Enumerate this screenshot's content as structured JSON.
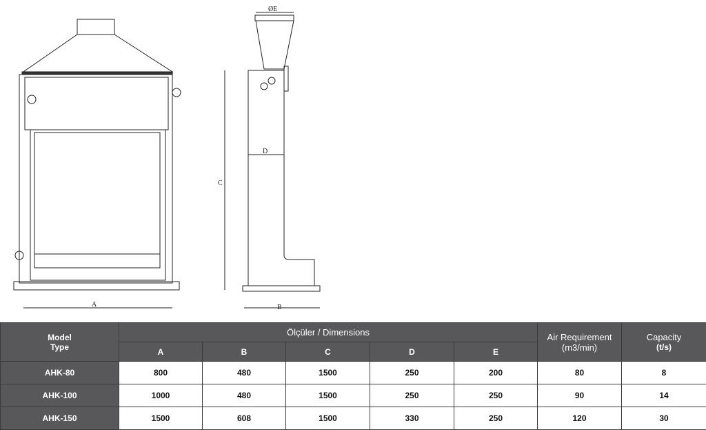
{
  "drawing": {
    "labels": {
      "a": "A",
      "b": "B",
      "c": "C",
      "d": "D",
      "e": "ØE"
    }
  },
  "table": {
    "model_header": [
      "Model",
      "Type"
    ],
    "dimensions_header": "Ölçüler / Dimensions",
    "dimension_columns": [
      "A",
      "B",
      "C",
      "D",
      "E"
    ],
    "air_header": [
      "Air Requirement",
      "(m3/min)"
    ],
    "capacity_header": [
      "Capacity",
      "(t/s)"
    ],
    "rows": [
      {
        "model": "AHK-80",
        "a": "800",
        "b": "480",
        "c": "1500",
        "d": "250",
        "e": "200",
        "air": "80",
        "capacity": "8"
      },
      {
        "model": "AHK-100",
        "a": "1000",
        "b": "480",
        "c": "1500",
        "d": "250",
        "e": "250",
        "air": "90",
        "capacity": "14"
      },
      {
        "model": "AHK-150",
        "a": "1500",
        "b": "608",
        "c": "1500",
        "d": "330",
        "e": "250",
        "air": "120",
        "capacity": "30"
      }
    ]
  }
}
